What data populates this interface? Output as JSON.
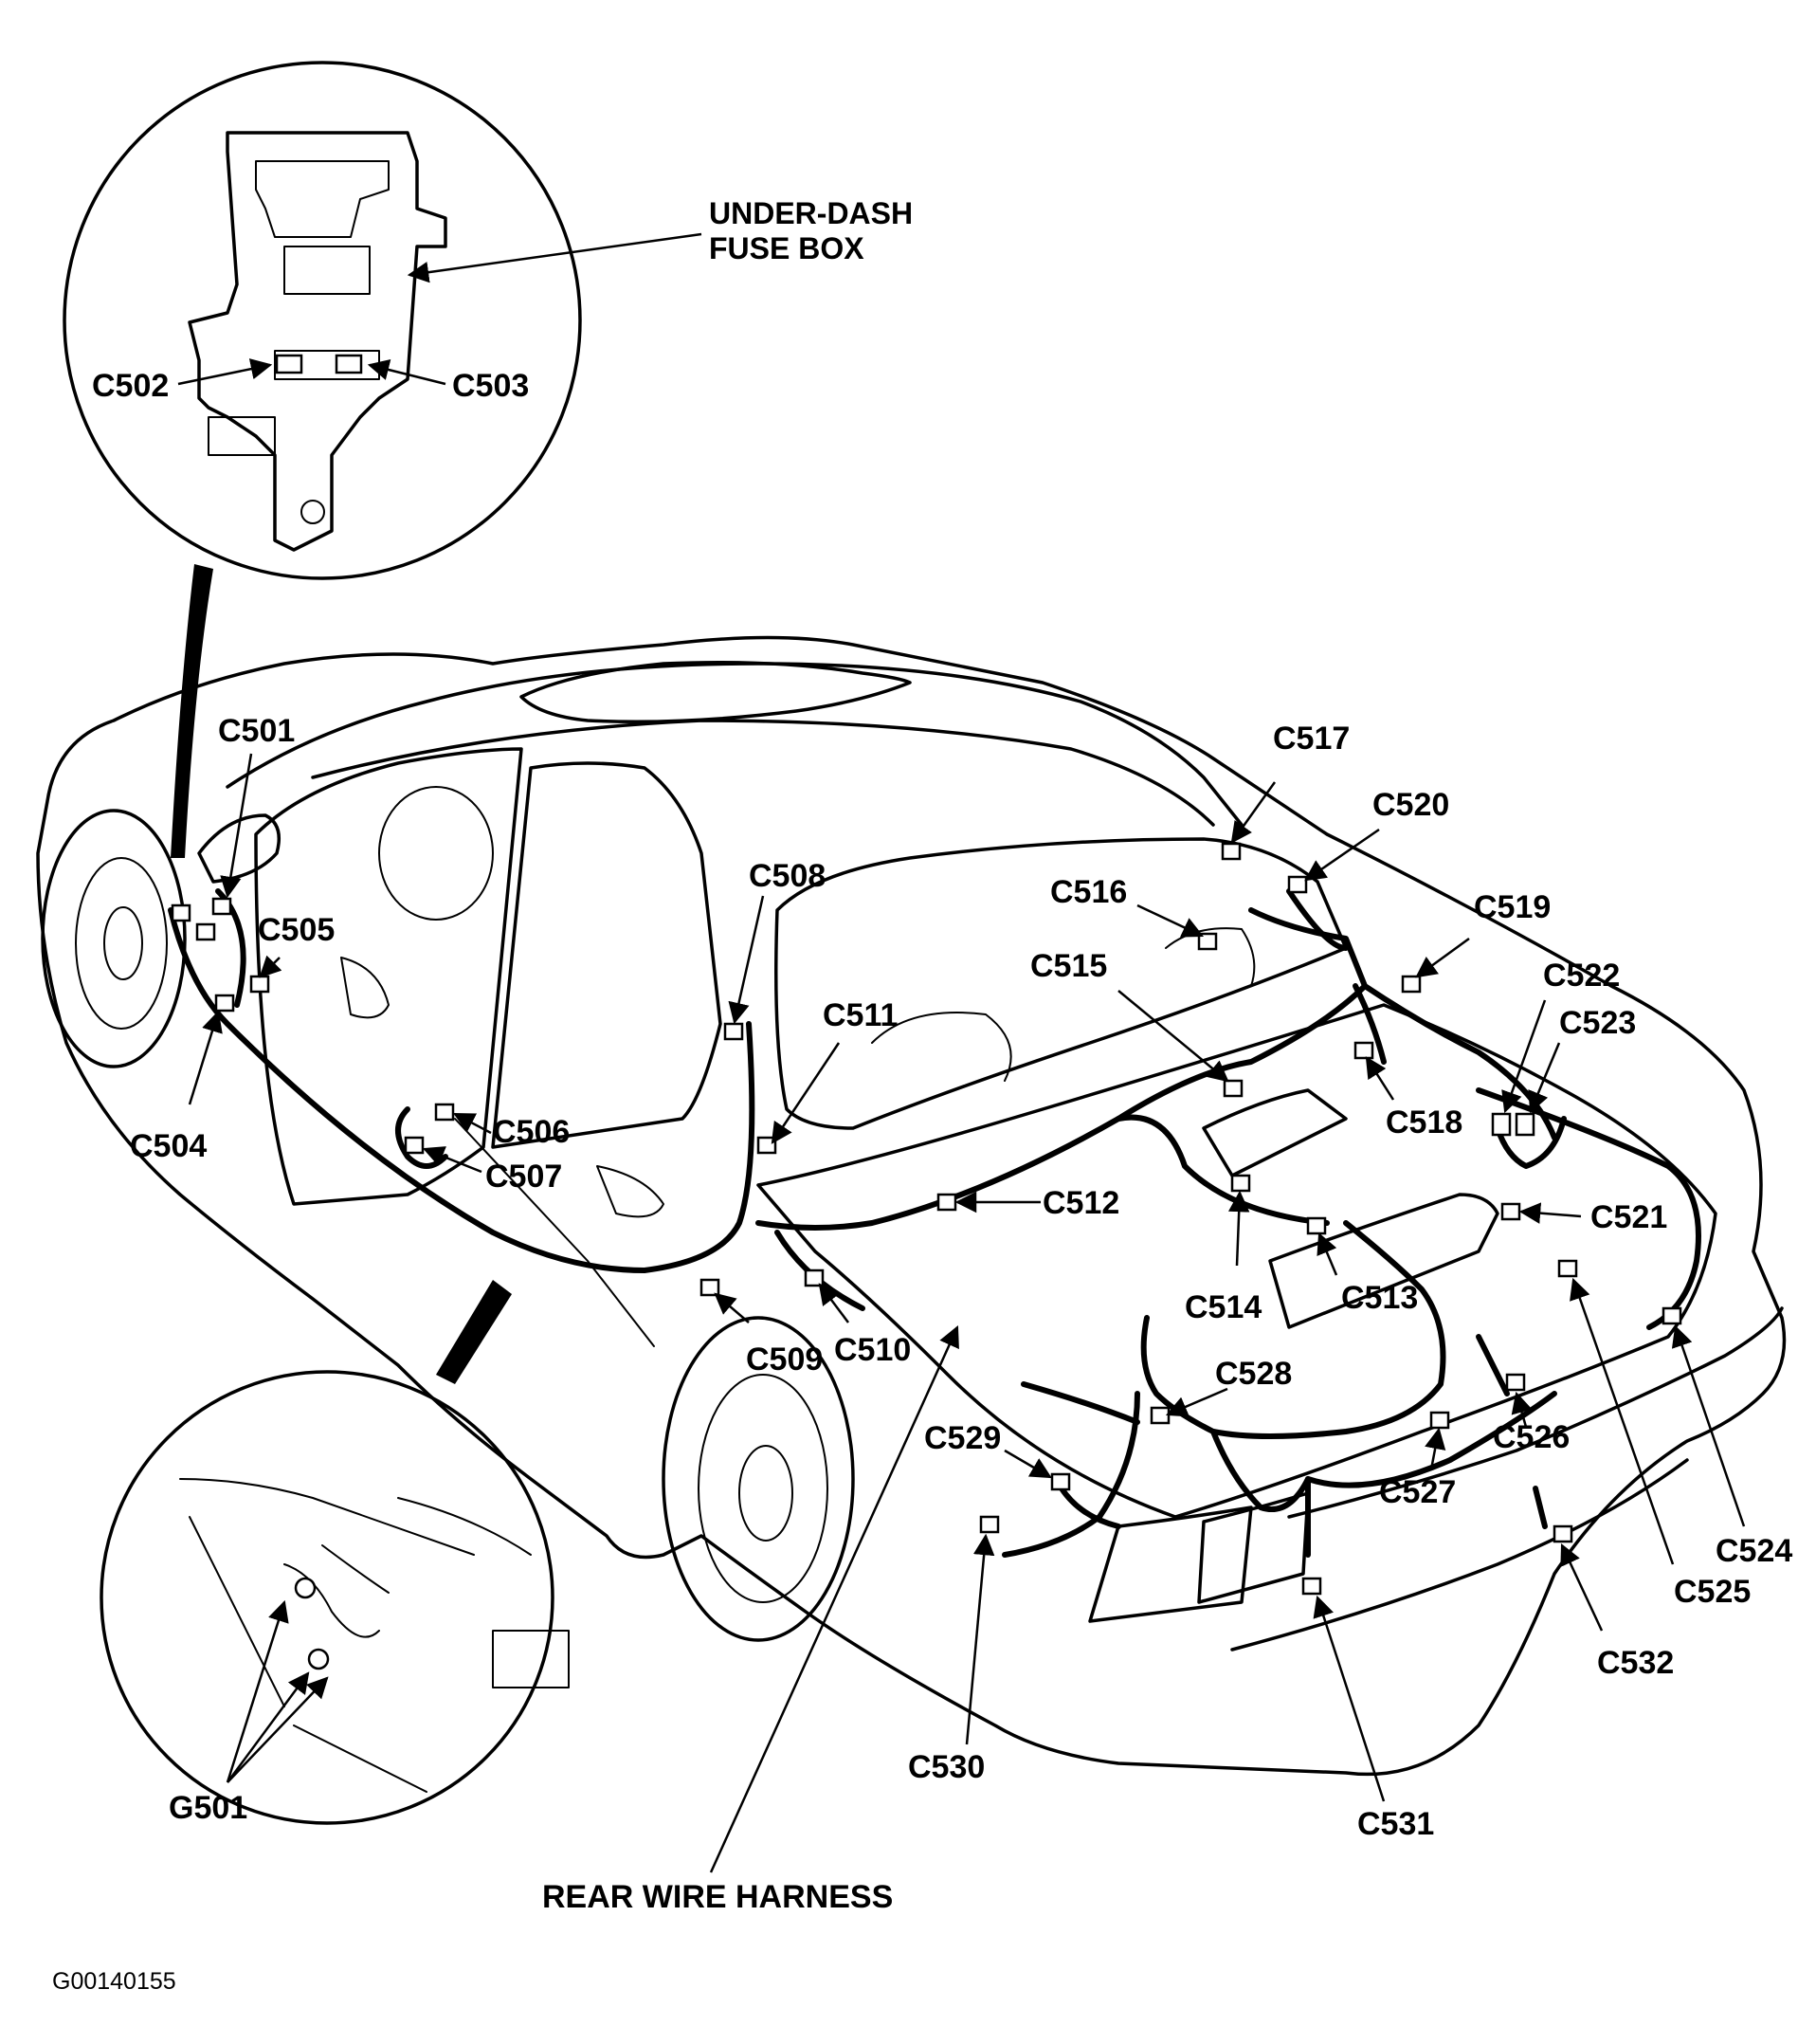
{
  "labels": {
    "under_dash_fuse_box_line1": "UNDER-DASH",
    "under_dash_fuse_box_line2": "FUSE BOX",
    "rear_wire_harness": "REAR WIRE HARNESS",
    "ground": "G501",
    "figure_code": "G00140155"
  },
  "connectors": [
    "C501",
    "C502",
    "C503",
    "C504",
    "C505",
    "C506",
    "C507",
    "C508",
    "C509",
    "C510",
    "C511",
    "C512",
    "C513",
    "C514",
    "C515",
    "C516",
    "C517",
    "C518",
    "C519",
    "C520",
    "C521",
    "C522",
    "C523",
    "C524",
    "C525",
    "C526",
    "C527",
    "C528",
    "C529",
    "C530",
    "C531",
    "C532"
  ]
}
